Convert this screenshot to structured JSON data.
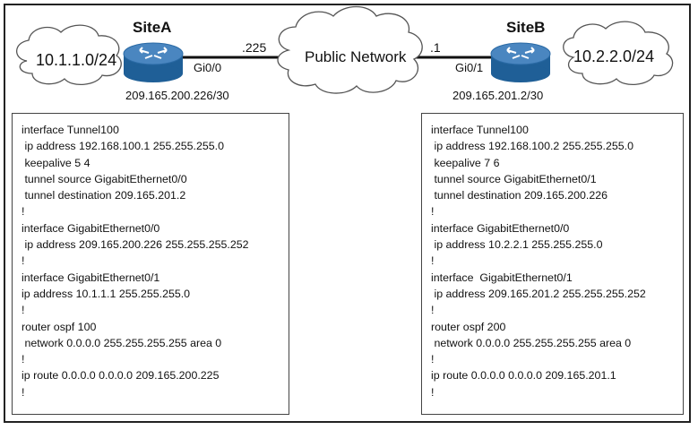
{
  "siteA": {
    "name": "SiteA",
    "lan": "10.1.1.0/24",
    "interface": "Gi0/0",
    "wan_ip": "209.165.200.226/30",
    "config": [
      "interface Tunnel100",
      " ip address 192.168.100.1 255.255.255.0",
      " keepalive 5 4",
      " tunnel source GigabitEthernet0/0",
      " tunnel destination 209.165.201.2",
      "!",
      "interface GigabitEthernet0/0",
      " ip address 209.165.200.226 255.255.255.252",
      "!",
      "interface GigabitEthernet0/1",
      "ip address 10.1.1.1 255.255.255.0",
      "!",
      "router ospf 100",
      " network 0.0.0.0 255.255.255.255 area 0",
      "!",
      "ip route 0.0.0.0 0.0.0.0 209.165.200.225",
      "!"
    ]
  },
  "public": {
    "name": "Public Network",
    "siteA_gw": ".225",
    "siteB_gw": ".1"
  },
  "siteB": {
    "name": "SiteB",
    "lan": "10.2.2.0/24",
    "interface": "Gi0/1",
    "wan_ip": "209.165.201.2/30",
    "config": [
      "interface Tunnel100",
      " ip address 192.168.100.2 255.255.255.0",
      " keepalive 7 6",
      " tunnel source GigabitEthernet0/1",
      " tunnel destination 209.165.200.226",
      "!",
      "interface GigabitEthernet0/0",
      " ip address 10.2.2.1 255.255.255.0",
      "!",
      "interface  GigabitEthernet0/1",
      " ip address 209.165.201.2 255.255.255.252",
      "!",
      "router ospf 200",
      " network 0.0.0.0 255.255.255.255 area 0",
      "!",
      "ip route 0.0.0.0 0.0.0.0 209.165.201.1",
      "!"
    ]
  },
  "colors": {
    "router_top": "#4a86c0",
    "router_body": "#1f5f97",
    "cloud_stroke": "#555555"
  }
}
